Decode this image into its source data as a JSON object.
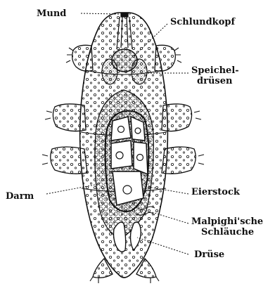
{
  "labels": {
    "mund": "Mund",
    "schlundkopf": "Schlundkopf",
    "speichel_1": "Speichel-",
    "speichel_2": "drüsen",
    "darm": "Darm",
    "eierstock": "Eierstock",
    "malpighi_1": "Malpighi'sche",
    "malpighi_2": "Schläuche",
    "druese": "Drüse"
  },
  "colors": {
    "ink": "#111111",
    "paper": "#ffffff"
  }
}
